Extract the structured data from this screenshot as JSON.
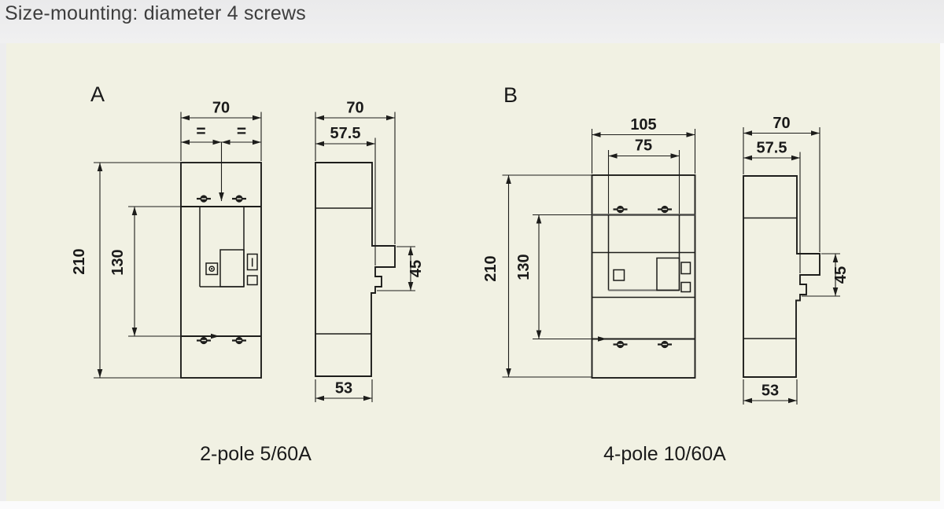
{
  "title": "Size-mounting: diameter 4 screws",
  "colors": {
    "panel_bg": "#f1f1e3",
    "page_bg": "#ededee",
    "line": "#1d1d1b"
  },
  "figures": {
    "a": {
      "label": "A",
      "caption": "2-pole 5/60A",
      "front": {
        "width": "70",
        "equal_left": "=",
        "equal_right": "=",
        "height": "210",
        "mount_height": "130"
      },
      "side": {
        "depth": "70",
        "body_depth": "57.5",
        "terminal_height": "45",
        "base_depth": "53"
      }
    },
    "b": {
      "label": "B",
      "caption": "4-pole 10/60A",
      "front": {
        "width": "105",
        "mount_width": "75",
        "height": "210",
        "mount_height": "130"
      },
      "side": {
        "depth": "70",
        "body_depth": "57.5",
        "terminal_height": "45",
        "base_depth": "53"
      }
    }
  }
}
